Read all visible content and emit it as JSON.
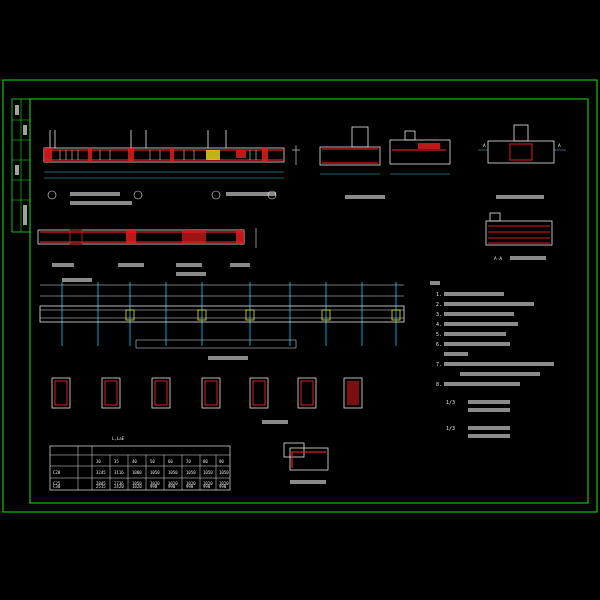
{
  "colors": {
    "background": "#000000",
    "frame": "#19e619",
    "beam_outline": "#e6e6e6",
    "rebar": "#e01c1c",
    "stirrup": "#ffffff",
    "dimension": "#3cc8dc",
    "column": "#00c8ff",
    "highlight": "#f0e020"
  },
  "notes": {
    "items": [
      "1.",
      "2.",
      "3.",
      "4.",
      "5.",
      "6.",
      "",
      "7.",
      "",
      "8."
    ]
  },
  "legend": {
    "row1_label": "1/3",
    "row2_label": "1/3"
  },
  "table": {
    "caption": "L,LaE",
    "header_cols": [
      "",
      "",
      "30",
      "35",
      "40",
      "50",
      "60",
      "70",
      "80",
      "90"
    ],
    "rows": [
      [
        "C20",
        "",
        "3245",
        "3116",
        "1080",
        "1050",
        "1050",
        "1050",
        "1050",
        "1050"
      ],
      [
        "C25",
        "",
        "2845",
        "2736",
        "1050",
        "1020",
        "1020",
        "1020",
        "1020",
        "1020"
      ],
      [
        "C30",
        "",
        "2515",
        "2420",
        "1020",
        "990",
        "990",
        "990",
        "990",
        "990"
      ]
    ]
  },
  "section_labels": {
    "section_aa": "A-A"
  },
  "icons": [
    "title-block-icon"
  ]
}
